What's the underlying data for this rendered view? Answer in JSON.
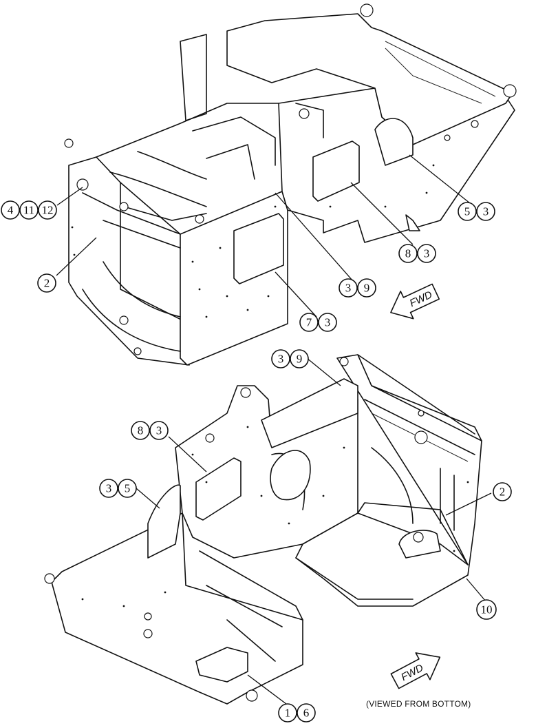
{
  "upper_view": {
    "callouts": [
      {
        "id": "c-4-11-12",
        "numbers": [
          "4",
          "11",
          "12"
        ]
      },
      {
        "id": "c-2",
        "numbers": [
          "2"
        ]
      },
      {
        "id": "c-3-9",
        "numbers": [
          "3",
          "9"
        ]
      },
      {
        "id": "c-7-3",
        "numbers": [
          "7",
          "3"
        ]
      },
      {
        "id": "c-8-3",
        "numbers": [
          "8",
          "3"
        ]
      },
      {
        "id": "c-5-3",
        "numbers": [
          "5",
          "3"
        ]
      }
    ],
    "direction_label": "FWD"
  },
  "lower_view": {
    "callouts": [
      {
        "id": "c-3-9-b",
        "numbers": [
          "3",
          "9"
        ]
      },
      {
        "id": "c-8-3-b",
        "numbers": [
          "8",
          "3"
        ]
      },
      {
        "id": "c-3-5",
        "numbers": [
          "3",
          "5"
        ]
      },
      {
        "id": "c-2-b",
        "numbers": [
          "2"
        ]
      },
      {
        "id": "c-10",
        "numbers": [
          "10"
        ]
      },
      {
        "id": "c-1-6",
        "numbers": [
          "1",
          "6"
        ]
      }
    ],
    "direction_label": "FWD",
    "caption": "(VIEWED FROM BOTTOM)"
  }
}
